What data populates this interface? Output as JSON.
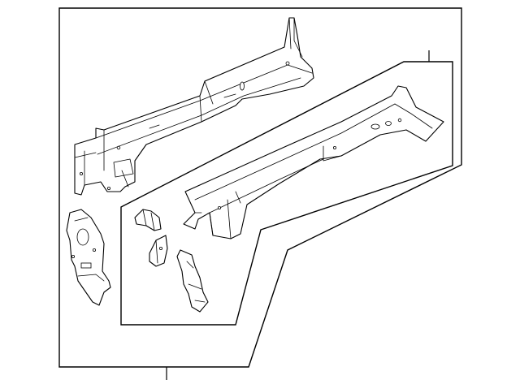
{
  "diagram": {
    "background": "#ffffff",
    "line_color": "#000000",
    "parts": [
      {
        "id": "upper-rail-assembly",
        "icon": "rail-assembly-drawing"
      },
      {
        "id": "lower-rail-section",
        "icon": "rail-section-drawing"
      },
      {
        "id": "mounting-plate",
        "icon": "bracket-plate-drawing"
      },
      {
        "id": "small-bracket-upper",
        "icon": "small-bracket-drawing"
      },
      {
        "id": "small-bracket-lower",
        "icon": "small-bracket-drawing"
      },
      {
        "id": "reinforcement-bracket",
        "icon": "reinforcement-drawing"
      }
    ],
    "callouts": [
      {
        "id": "callout-main",
        "label": ""
      },
      {
        "id": "callout-sub",
        "label": ""
      }
    ]
  }
}
